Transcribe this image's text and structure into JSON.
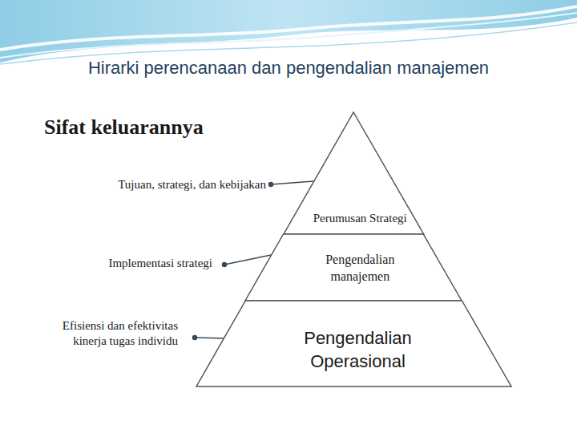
{
  "diagram": {
    "title": "Hirarki perencanaan dan pengendalian manajemen",
    "nodes": [
      {
        "text": [
          "Perumusan Strategi"
        ]
      },
      {
        "text": [
          "Pengendalian manajemen"
        ]
      },
      {
        "text": [
          "Pengendalian Operasional"
        ]
      }
    ],
    "labels": [
      "Sifat keluarannya",
      "Tujuan, strategi, dan kebijakan",
      "Implementasi strategi",
      "Efisiensi dan efektivitas kinerja tugas individu"
    ]
  }
}
